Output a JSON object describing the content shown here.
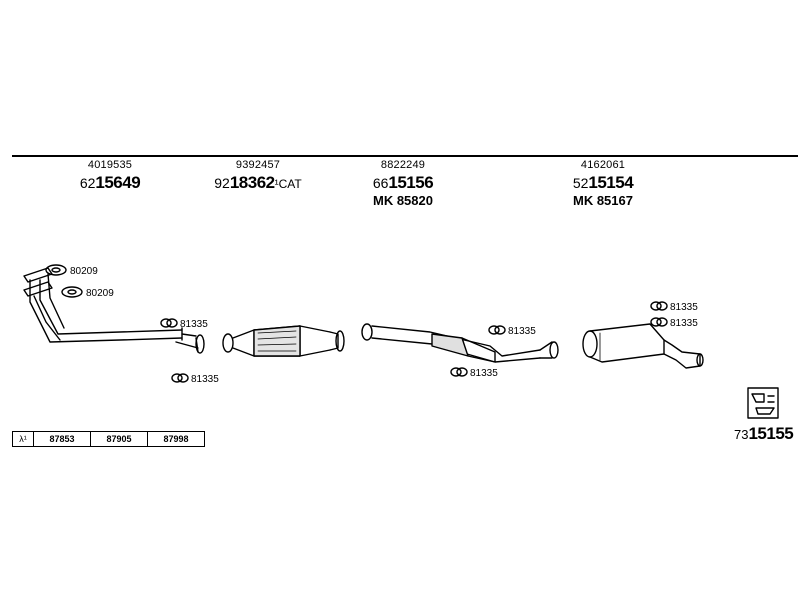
{
  "parts": [
    {
      "ref": "4019535",
      "prefix": "62",
      "number": "15649",
      "suffix": "",
      "mk": ""
    },
    {
      "ref": "9392457",
      "prefix": "92",
      "number": "18362",
      "suffix": "¹CAT",
      "mk": ""
    },
    {
      "ref": "8822249",
      "prefix": "66",
      "number": "15156",
      "suffix": "",
      "mk": "MK 85820"
    },
    {
      "ref": "4162061",
      "prefix": "52",
      "number": "15154",
      "suffix": "",
      "mk": "MK 85167"
    }
  ],
  "callouts": [
    "80209",
    "80209",
    "81335",
    "81335",
    "81335",
    "81335",
    "81335",
    "81335"
  ],
  "code_bar": {
    "lambda": "λ¹",
    "codes": [
      "87853",
      "87905",
      "87998"
    ]
  },
  "kit": {
    "prefix": "73",
    "number": "15155"
  },
  "colors": {
    "line": "#000000",
    "background": "#ffffff",
    "fill": "#dddddd"
  },
  "icons": [
    "gasket-icon",
    "clamp-icon",
    "mounting-kit-icon"
  ]
}
